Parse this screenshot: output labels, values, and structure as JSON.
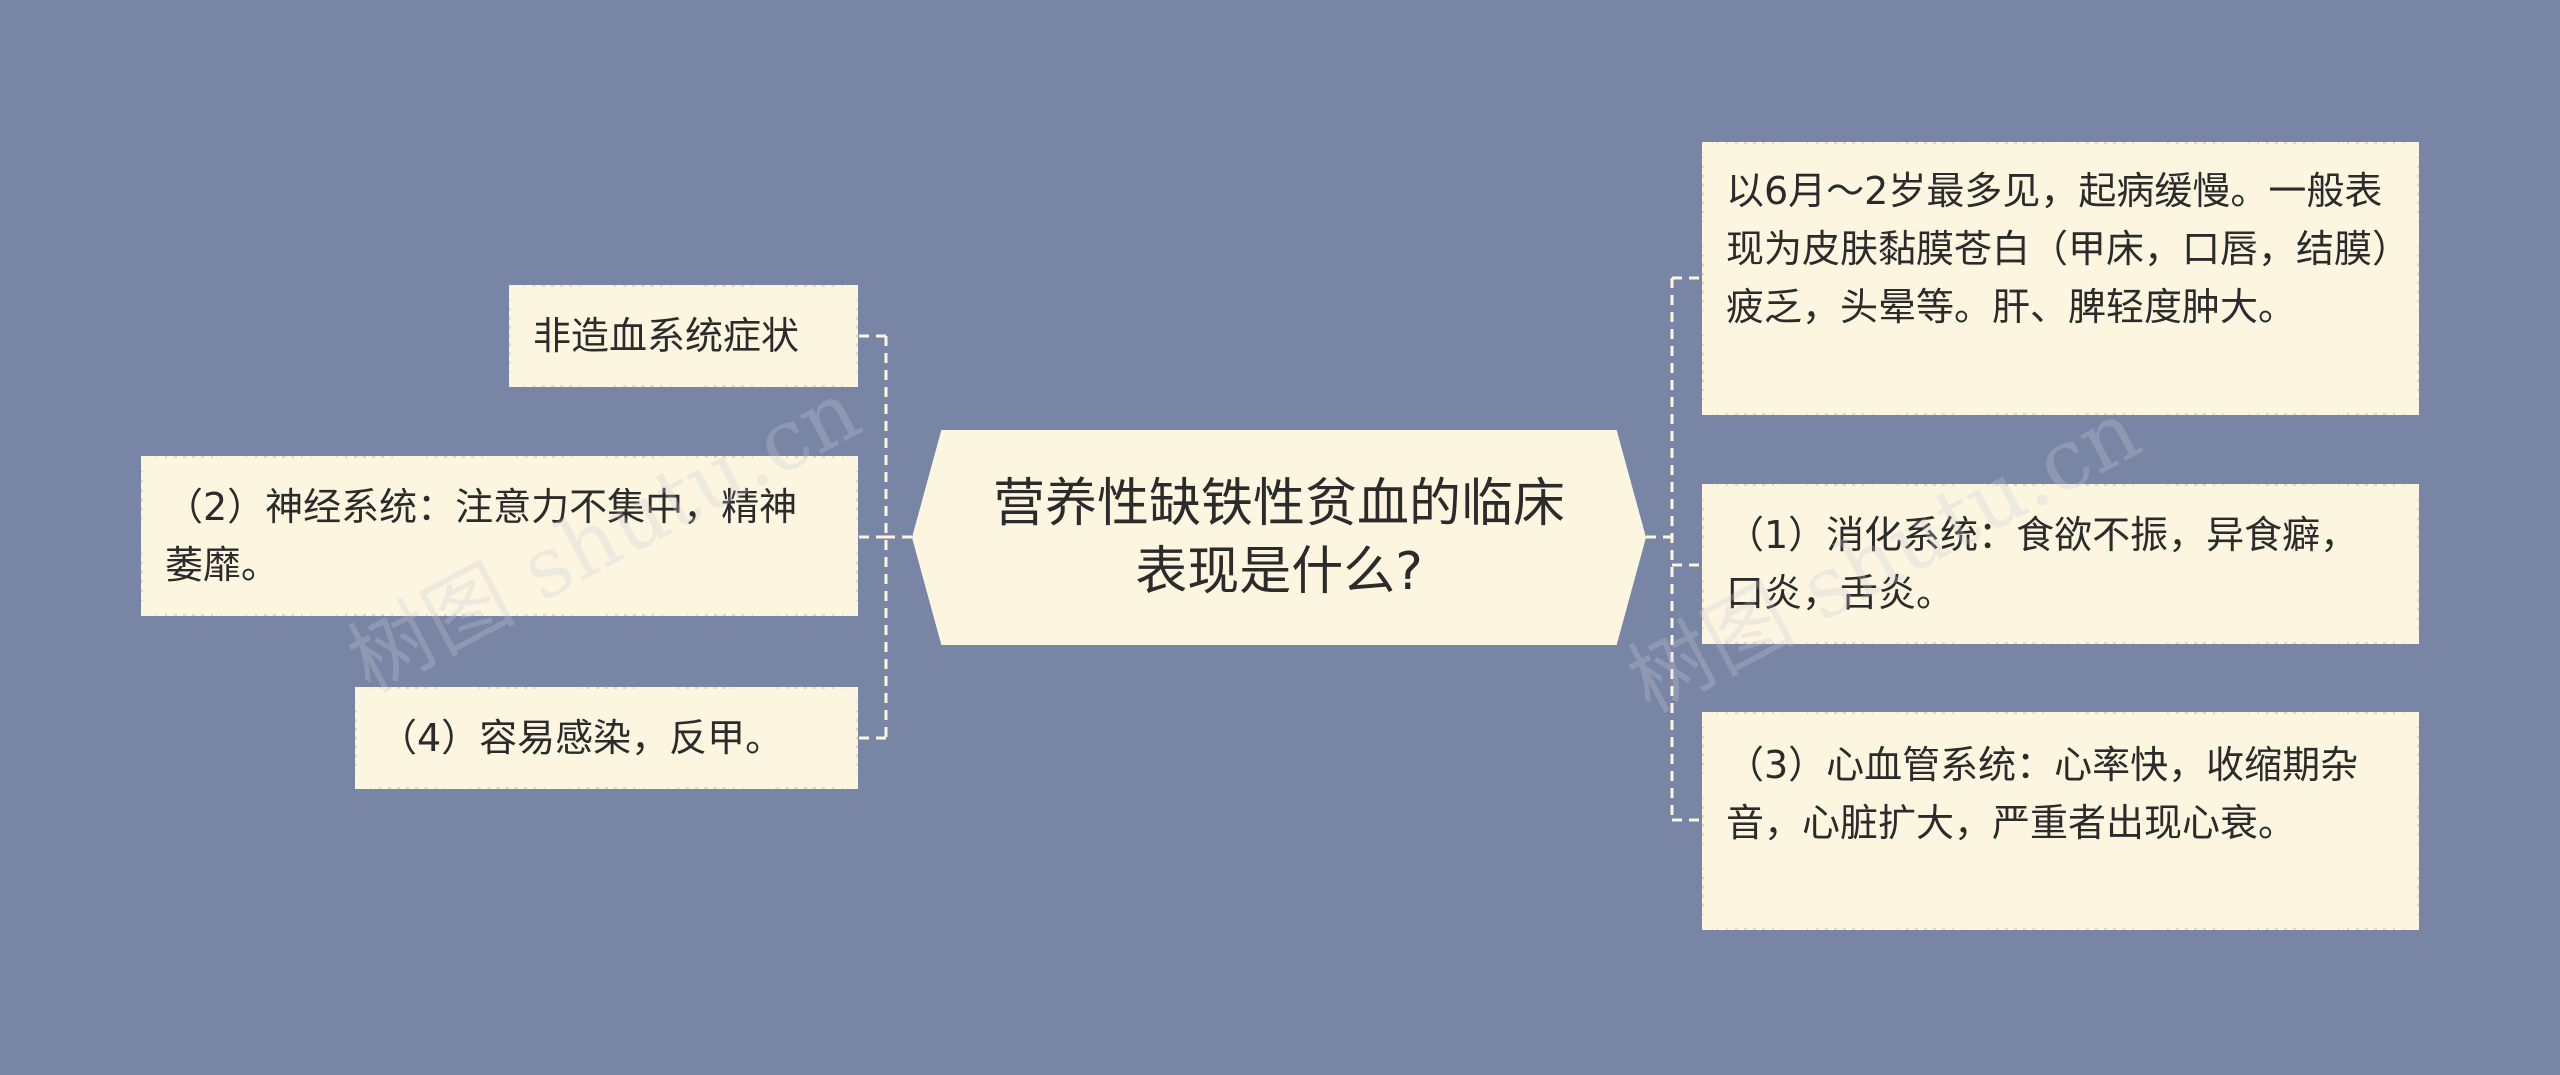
{
  "root": {
    "title": "营养性缺铁性贫血的临床表现是什么?"
  },
  "left_nodes": [
    {
      "text": "非造血系统症状"
    },
    {
      "text": "（2）神经系统：注意力不集中，精神萎靡。"
    },
    {
      "text": "（4）容易感染，反甲。"
    }
  ],
  "right_nodes": [
    {
      "text": "以6月～2岁最多见，起病缓慢。一般表现为皮肤黏膜苍白（甲床，口唇，结膜）疲乏，头晕等。肝、脾轻度肿大。"
    },
    {
      "text": "（1）消化系统：食欲不振，异食癖，口炎，舌炎。"
    },
    {
      "text": "（3）心血管系统：心率快，收缩期杂音，心脏扩大，严重者出现心衰。"
    }
  ],
  "watermarks": [
    {
      "text": "树图 shutu.cn"
    },
    {
      "text": "树图 shutu.cn"
    }
  ],
  "colors": {
    "background": "#7885a5",
    "node_fill": "#fcf6e1",
    "connector": "#fcf6e1"
  }
}
